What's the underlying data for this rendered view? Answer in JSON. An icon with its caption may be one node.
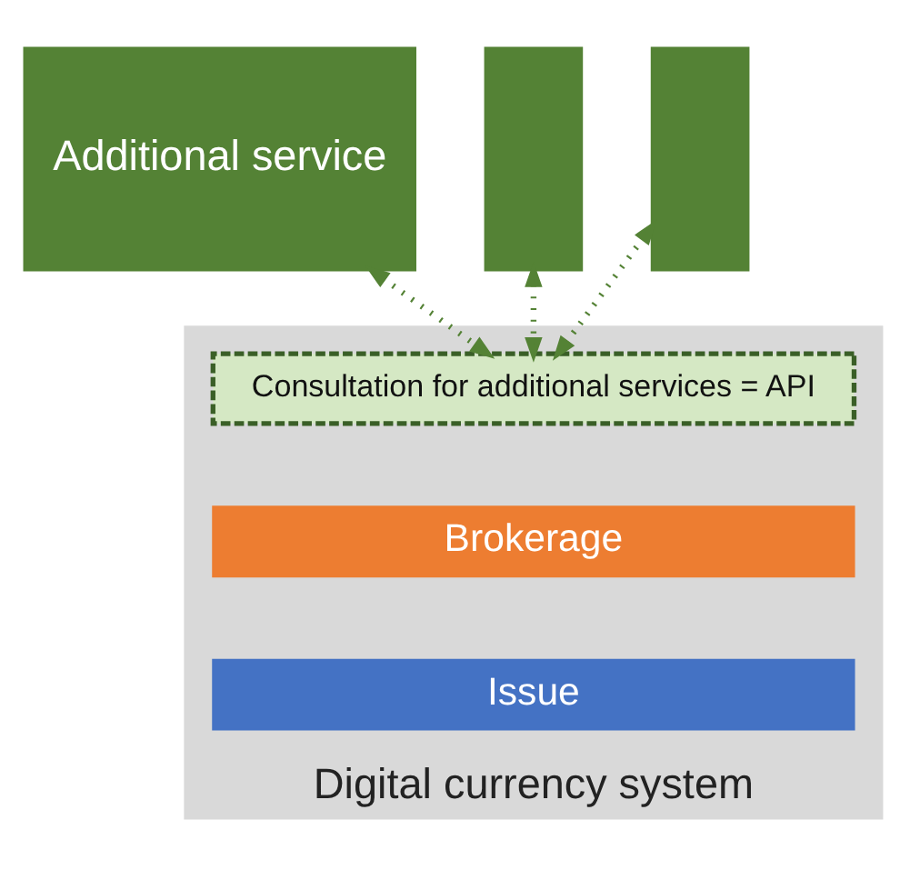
{
  "diagram": {
    "nodes": [
      {
        "text": [
          "Digital currency system"
        ]
      },
      {
        "text": [
          "Consultation for additional services = API"
        ],
        "in": 0
      },
      {
        "text": [
          "Brokerage"
        ],
        "in": 0
      },
      {
        "text": [
          "Issue"
        ],
        "in": 0
      },
      {
        "text": [
          "Additional service"
        ]
      },
      {
        "text": [],
        "shape": "bar"
      },
      {
        "text": [],
        "shape": "bar"
      }
    ],
    "edges": [
      {
        "from": 4,
        "to": 1,
        "arrow": "both",
        "style": "dashed"
      },
      {
        "from": 5,
        "to": 1,
        "arrow": "both",
        "style": "dashed"
      },
      {
        "from": 6,
        "to": 1,
        "arrow": "both",
        "style": "dashed"
      }
    ]
  }
}
